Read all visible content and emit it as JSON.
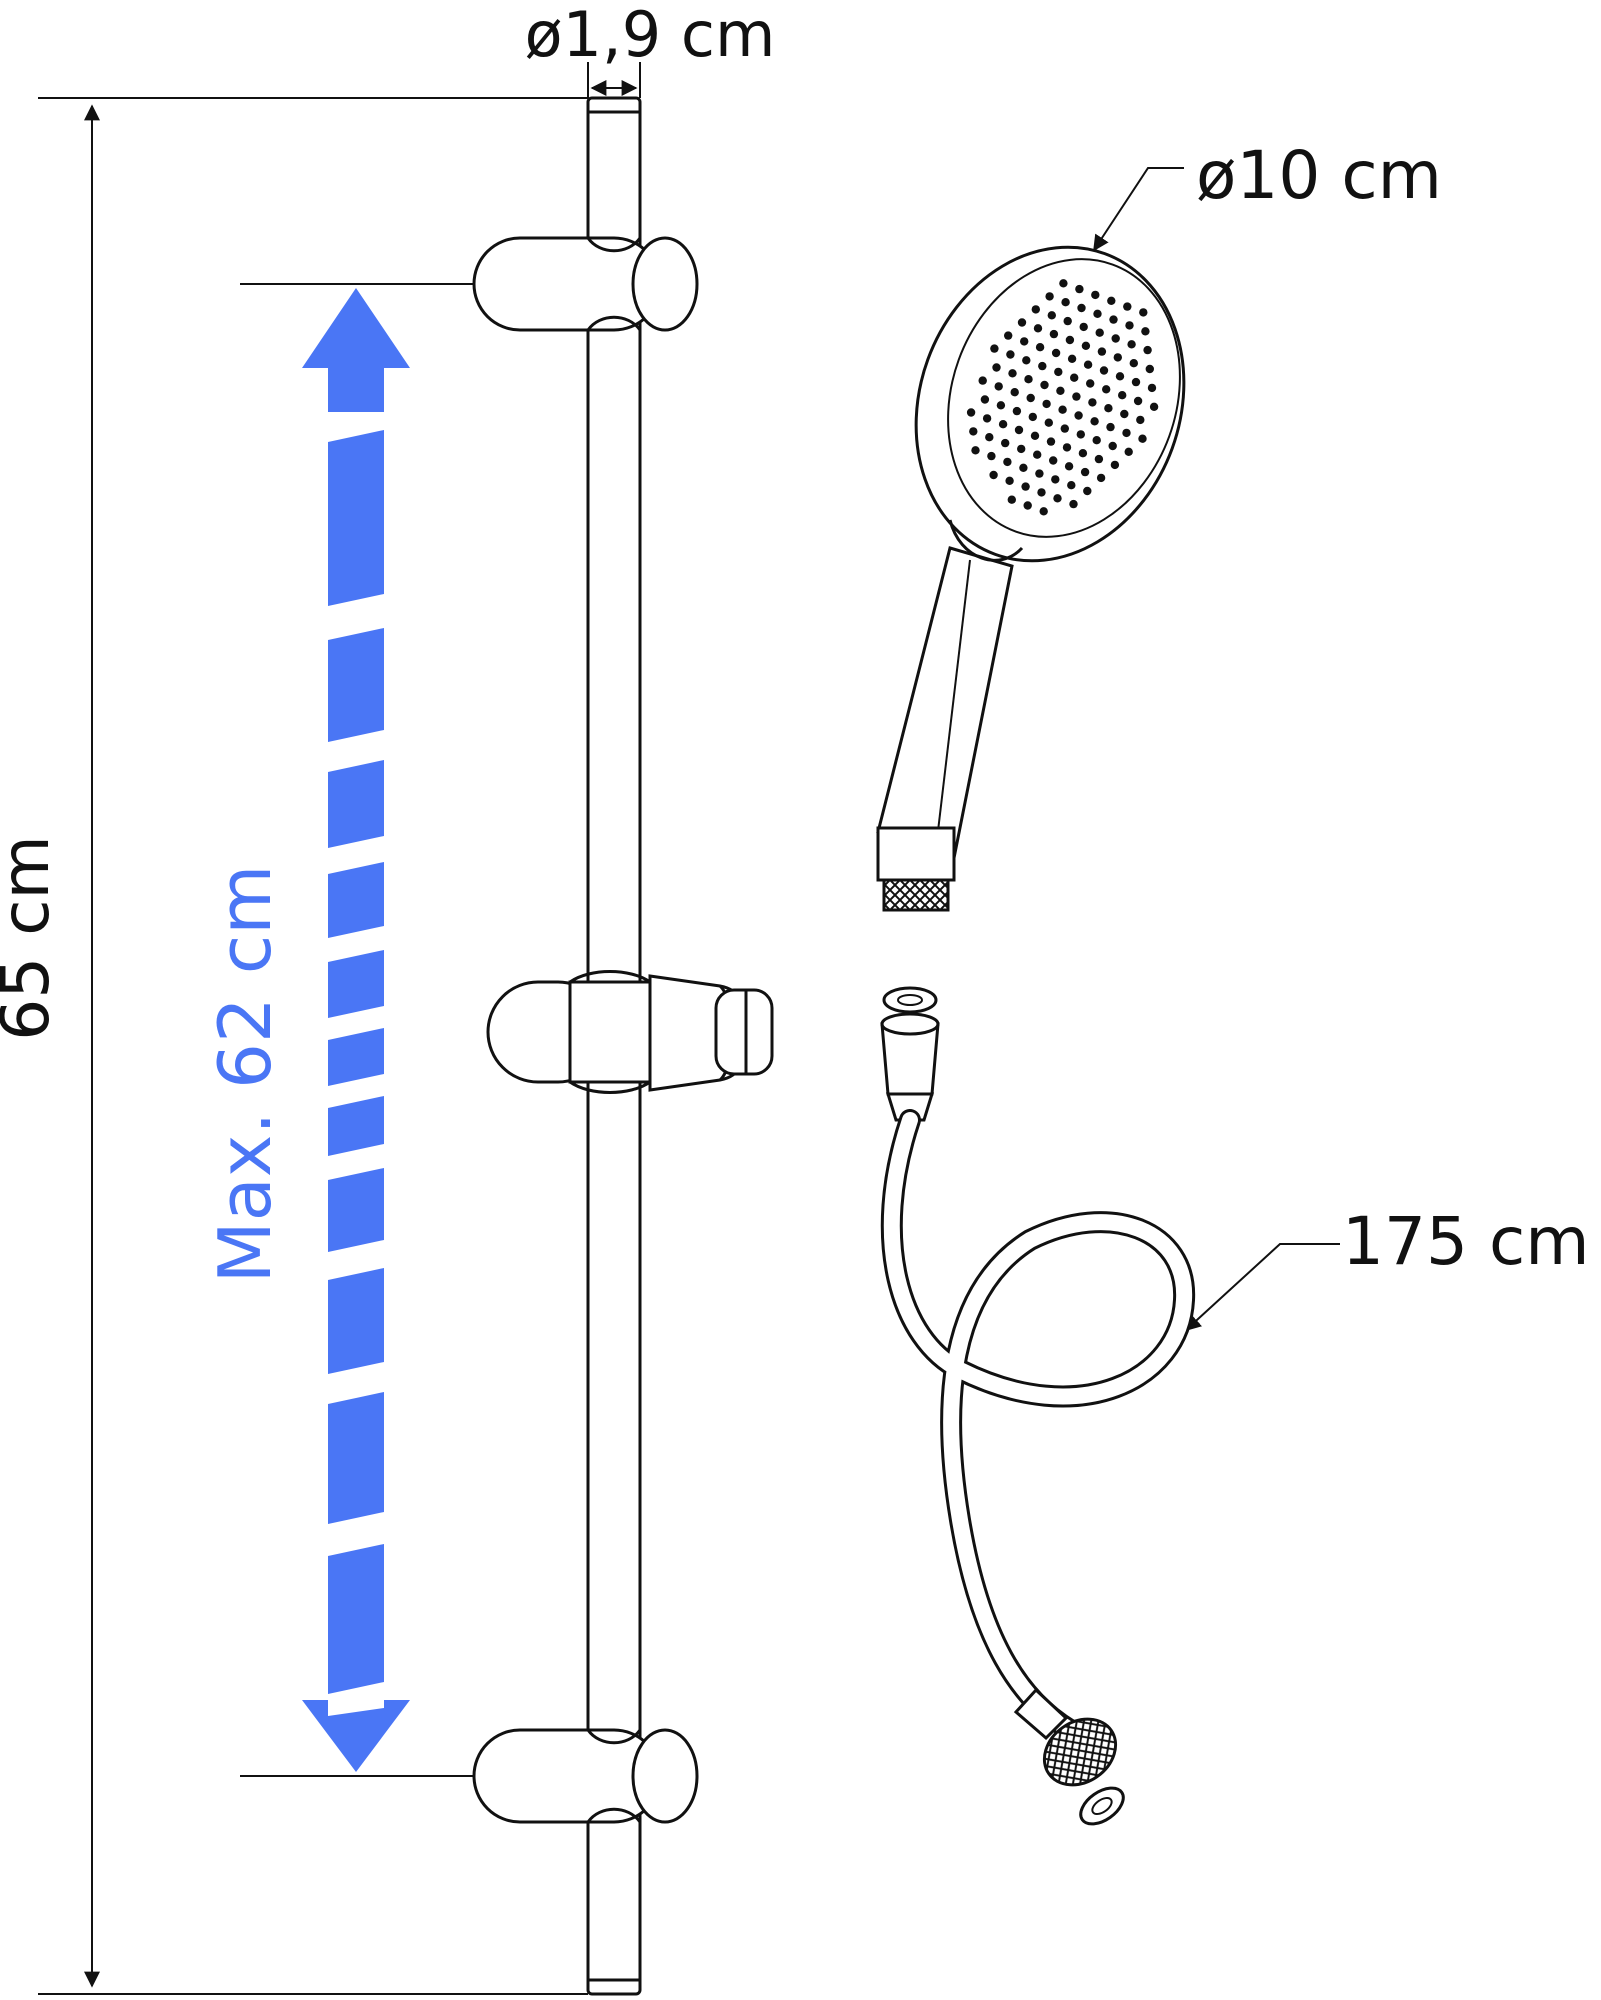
{
  "labels": {
    "rail_diameter": "ø1,9 cm",
    "rail_length": "65 cm",
    "max_adjustment": "Max. 62 cm",
    "head_diameter": "ø10 cm",
    "hose_length": "175 cm"
  },
  "colors": {
    "line": "#111111",
    "accent": "#4A76F5",
    "background": "#ffffff"
  }
}
